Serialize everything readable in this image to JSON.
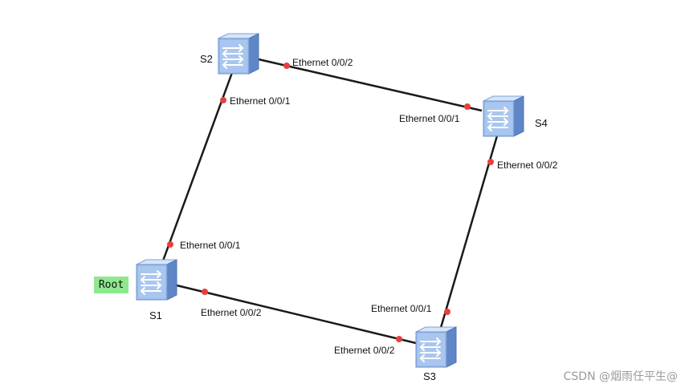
{
  "root_tag": "Root",
  "watermark": "CSDN @烟雨任平生@",
  "colors": {
    "link": "#1a1a1a",
    "port_dot": "#e8403a",
    "switch_top": "#cfe0f7",
    "switch_front": "#8fb3e6",
    "switch_side": "#5f86c7",
    "root_tag": "#8ee88e"
  },
  "switches": [
    {
      "id": "S1",
      "label": "S1"
    },
    {
      "id": "S2",
      "label": "S2"
    },
    {
      "id": "S3",
      "label": "S3"
    },
    {
      "id": "S4",
      "label": "S4"
    }
  ],
  "links": [
    {
      "id": "S1-S2",
      "a_port": "Ethernet 0/0/1",
      "b_port": "Ethernet 0/0/1"
    },
    {
      "id": "S2-S4",
      "a_port": "Ethernet 0/0/2",
      "b_port": "Ethernet 0/0/1"
    },
    {
      "id": "S4-S3",
      "a_port": "Ethernet 0/0/2",
      "b_port": "Ethernet 0/0/1"
    },
    {
      "id": "S1-S3",
      "a_port": "Ethernet 0/0/2",
      "b_port": "Ethernet 0/0/2"
    }
  ]
}
